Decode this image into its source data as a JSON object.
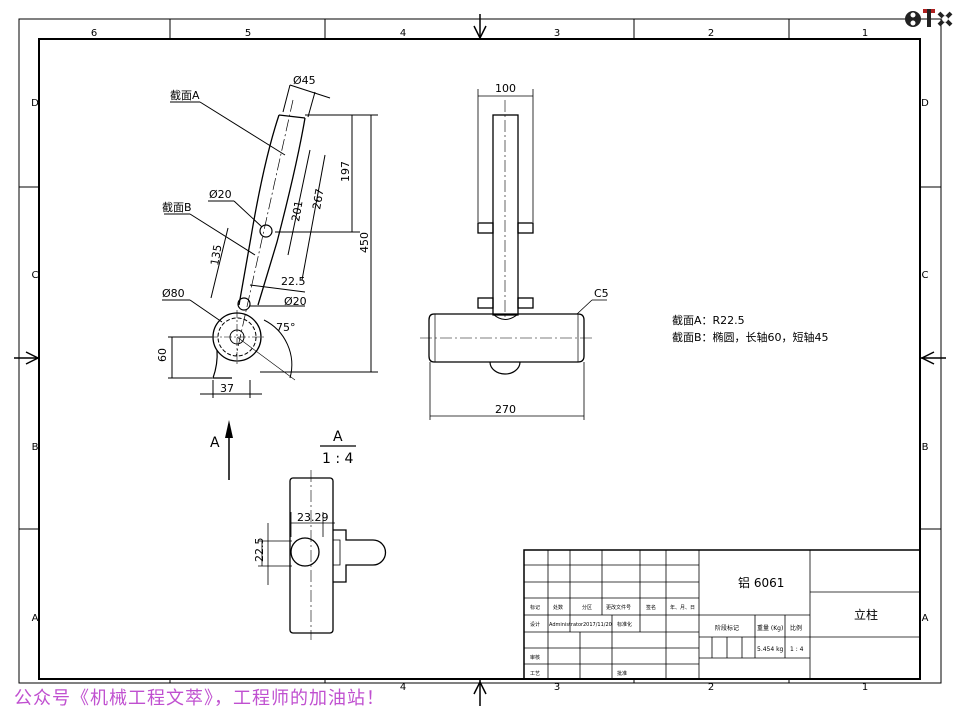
{
  "frame": {
    "columns_top": [
      "6",
      "5",
      "4",
      "3",
      "2",
      "1"
    ],
    "columns_bottom": [
      "4",
      "3",
      "2",
      "1"
    ],
    "rows_left": [
      "D",
      "C",
      "B",
      "A"
    ],
    "rows_right": [
      "D",
      "C",
      "B",
      "A"
    ]
  },
  "side_view": {
    "section_a_label": "截面A",
    "section_b_label": "截面B",
    "dim_dia45": "Ø45",
    "dim_dia20_upper": "Ø20",
    "dim_dia20_lower": "Ø20",
    "dim_dia80": "Ø80",
    "dim_197": "197",
    "dim_267": "267",
    "dim_201": "201",
    "dim_135": "135",
    "dim_22_5": "22.5",
    "dim_450": "450",
    "dim_60": "60",
    "dim_37": "37",
    "dim_angle": "75°"
  },
  "front_view": {
    "dim_100": "100",
    "dim_270": "270",
    "chamfer": "C5"
  },
  "notes": {
    "line1": "截面A：R22.5",
    "line2": "截面B：椭圆，长轴60，短轴45"
  },
  "view_a": {
    "arrow_label": "A",
    "title": "A",
    "scale": "1 : 4",
    "dim_23_29": "23.29",
    "dim_22_5": "22.5"
  },
  "title_block": {
    "material": "铝 6061",
    "part_name": "立柱",
    "hdr_mark": "标记",
    "hdr_count": "处数",
    "hdr_zone": "分区",
    "hdr_docno": "更改文件号",
    "hdr_sign": "签名",
    "hdr_date": "年、月、日",
    "designer_label": "设计",
    "designer": "Administrator",
    "design_date": "2017/11/20",
    "standard": "标准化",
    "stage_label": "阶段标记",
    "weight_label": "重量 (Kg)",
    "scale_label": "比例",
    "weight": "5.454 kg",
    "scale": "1 : 4",
    "check_label": "审核",
    "process_label": "工艺",
    "approve_label": "批准"
  },
  "watermark": "公众号《机械工程文萃》，工程师的加油站！"
}
